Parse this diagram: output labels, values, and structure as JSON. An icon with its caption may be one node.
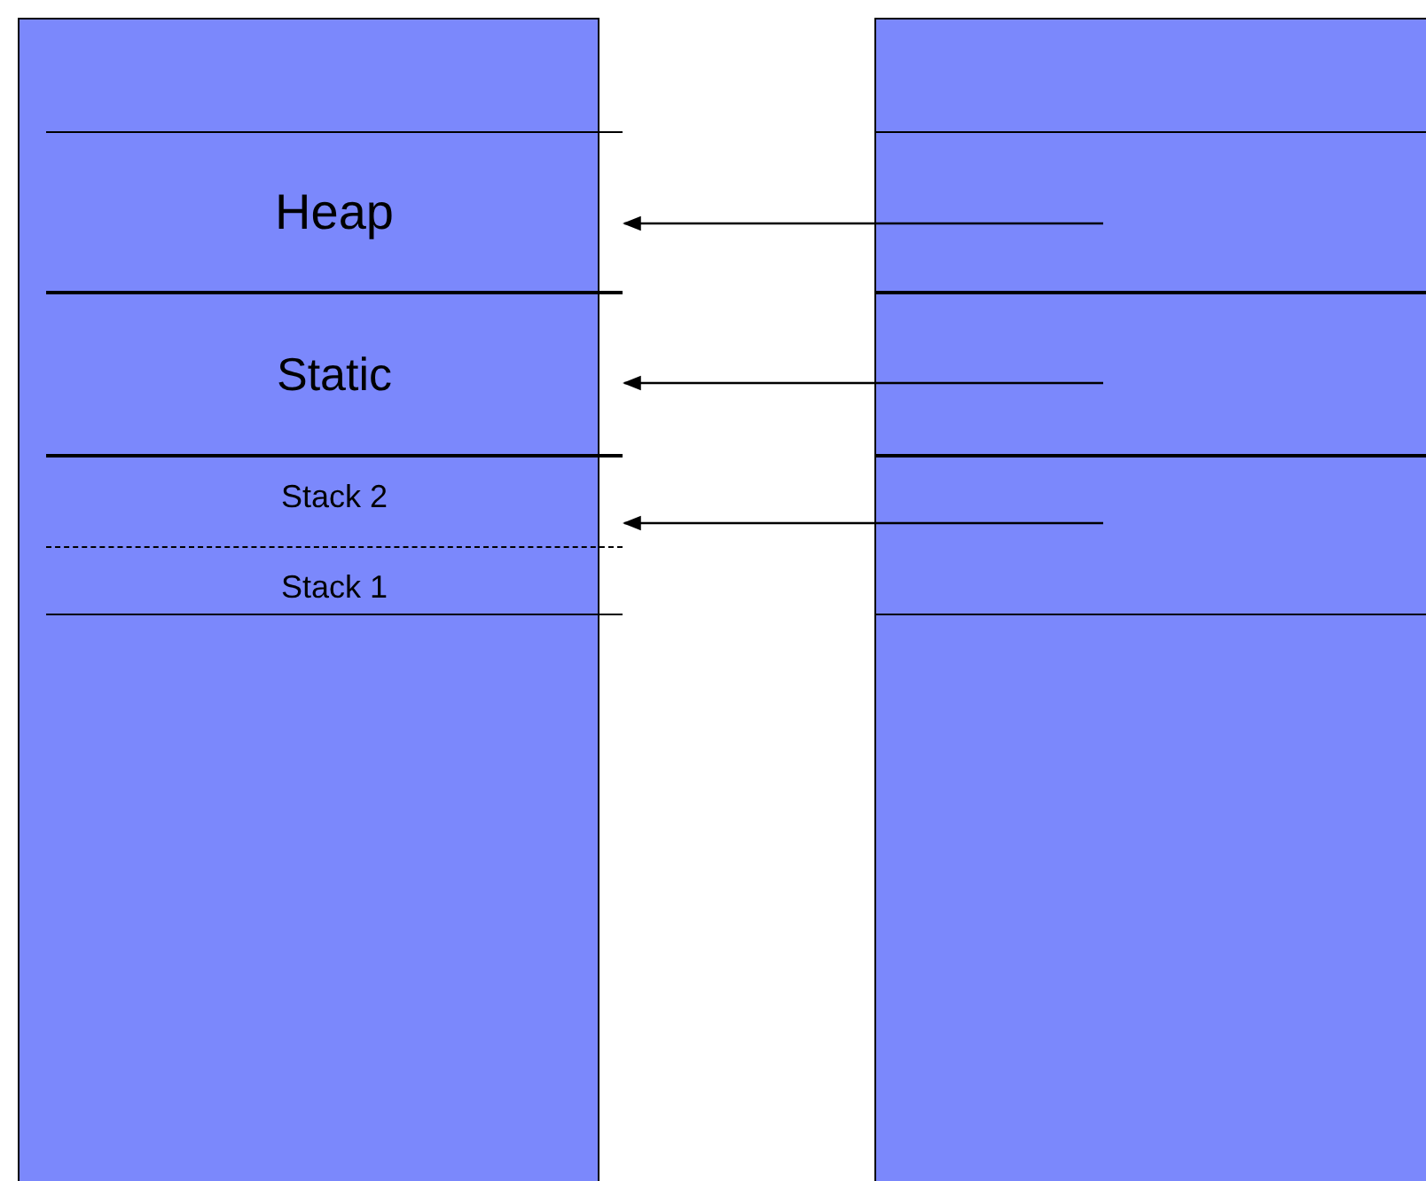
{
  "diagram": {
    "nodes": [
      {
        "text": [],
        "shape": "box"
      },
      {
        "text": [
          "Heap"
        ],
        "in": 0
      },
      {
        "text": [
          "Static"
        ],
        "in": 0
      },
      {
        "text": [
          "Stack 2"
        ],
        "in": 0
      },
      {
        "text": [
          "Stack 1"
        ],
        "in": 0
      },
      {
        "text": [],
        "shape": "box"
      },
      {
        "text": [],
        "shape": "box",
        "in": 5
      },
      {
        "text": [],
        "shape": "box",
        "in": 5
      },
      {
        "text": [],
        "shape": "box",
        "in": 5
      }
    ],
    "edges": [
      {
        "from": 6,
        "to": 1,
        "arrow": "to"
      },
      {
        "from": 7,
        "to": 2,
        "arrow": "to"
      },
      {
        "from": 8,
        "to": 3,
        "arrow": "to"
      }
    ]
  }
}
